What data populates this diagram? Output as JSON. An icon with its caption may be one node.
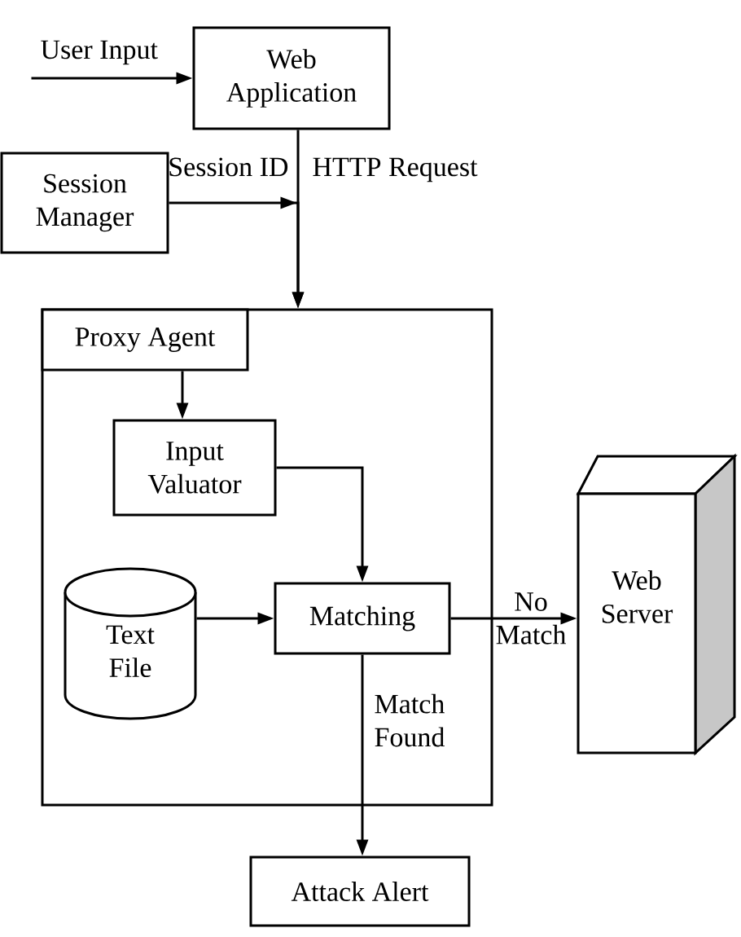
{
  "diagram": {
    "nodes": [
      {
        "text": [
          "Web Application"
        ]
      },
      {
        "text": [
          "Session Manager"
        ]
      },
      {
        "text": [],
        "shape": "box"
      },
      {
        "text": [
          "Proxy Agent"
        ],
        "in": 2
      },
      {
        "text": [
          "Input Valuator"
        ],
        "in": 2
      },
      {
        "text": [
          "Text File"
        ],
        "in": 2
      },
      {
        "text": [
          "Matching"
        ],
        "in": 2
      },
      {
        "text": [
          "Web Server"
        ]
      },
      {
        "text": [
          "Attack Alert"
        ]
      }
    ],
    "edges": [
      {
        "from": null,
        "to": 0,
        "arrow": "to",
        "label": "User Input"
      },
      {
        "from": 0,
        "to": 2,
        "arrow": "to",
        "label": "HTTP Request"
      },
      {
        "from": 1,
        "to": 2,
        "arrow": "to",
        "label": "Session ID"
      },
      {
        "from": 3,
        "to": 4,
        "arrow": "to"
      },
      {
        "from": 4,
        "to": 6,
        "arrow": "to"
      },
      {
        "from": 5,
        "to": 6,
        "arrow": "to"
      },
      {
        "from": 6,
        "to": 7,
        "arrow": "to",
        "label": "No Match"
      },
      {
        "from": 6,
        "to": 8,
        "arrow": "to",
        "label": "Match Found"
      }
    ]
  }
}
